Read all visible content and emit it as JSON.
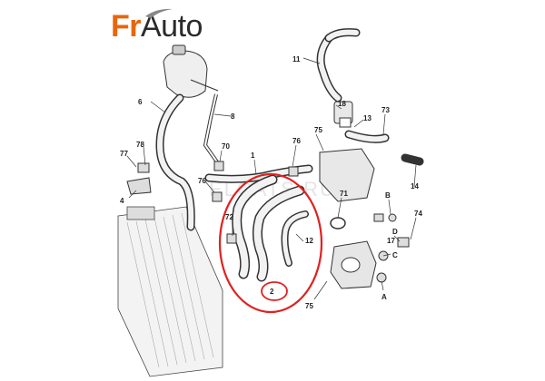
{
  "brand": {
    "part1": "Fr",
    "part2": "Auto",
    "accent": "#e8660c",
    "text": "#2b2b2b"
  },
  "watermark": "ELCATS.RU",
  "highlight": {
    "color": "#e02020"
  },
  "callouts": [
    {
      "id": "c11",
      "text": "11"
    },
    {
      "id": "c18",
      "text": "18"
    },
    {
      "id": "c13",
      "text": "13"
    },
    {
      "id": "c73",
      "text": "73"
    },
    {
      "id": "c6",
      "text": "6"
    },
    {
      "id": "c8",
      "text": "8"
    },
    {
      "id": "c75a",
      "text": "75"
    },
    {
      "id": "c77",
      "text": "77"
    },
    {
      "id": "c78",
      "text": "78"
    },
    {
      "id": "c70",
      "text": "70"
    },
    {
      "id": "c76a",
      "text": "76"
    },
    {
      "id": "c1",
      "text": "1"
    },
    {
      "id": "c14",
      "text": "14"
    },
    {
      "id": "c4",
      "text": "4"
    },
    {
      "id": "c76b",
      "text": "76"
    },
    {
      "id": "c71",
      "text": "71"
    },
    {
      "id": "cB",
      "text": "B"
    },
    {
      "id": "c72",
      "text": "72"
    },
    {
      "id": "c12",
      "text": "12"
    },
    {
      "id": "c74",
      "text": "74"
    },
    {
      "id": "cC",
      "text": "C"
    },
    {
      "id": "cD",
      "text": "D"
    },
    {
      "id": "c17",
      "text": "17"
    },
    {
      "id": "c2",
      "text": "2"
    },
    {
      "id": "c75b",
      "text": "75"
    },
    {
      "id": "cA",
      "text": "A"
    }
  ]
}
